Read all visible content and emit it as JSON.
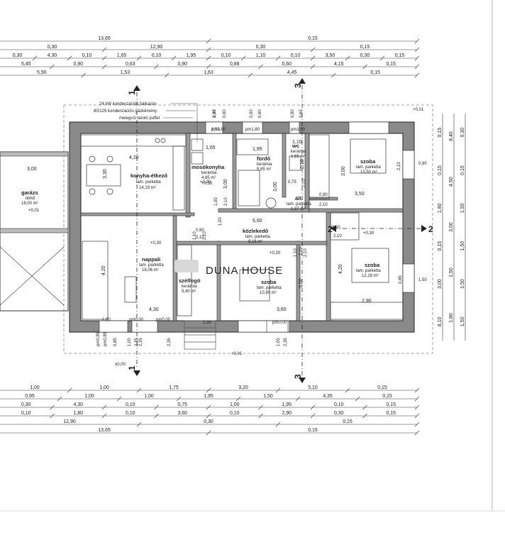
{
  "dims_top": [
    [
      "13,65",
      "0,15"
    ],
    [
      "0,30",
      "12,90",
      "0,30",
      "0,15"
    ],
    [
      "0,30",
      "4,30",
      "0,10",
      "1,65",
      "0,10",
      "1,95",
      "0,10",
      "1,10",
      "0,10",
      "3,50",
      "0,30",
      "0,15"
    ],
    [
      "5,45",
      "0,90",
      "0,63",
      "0,90",
      "0,88",
      "0,60",
      "4,15",
      "0,15"
    ],
    [
      "5,90",
      "1,53",
      "1,63",
      "4,45",
      "0,15"
    ]
  ],
  "dims_bottom": [
    [
      "1,00",
      "1,00",
      "1,75",
      "3,20",
      "5,10",
      "0,15"
    ],
    [
      "0,95",
      "1,00",
      "1,00",
      "1,95",
      "1,50",
      "4,35",
      "0,15"
    ],
    [
      "0,30",
      "4,30",
      "0,10",
      "0,75",
      "1,00",
      "1,95",
      "0,10",
      "0,15"
    ],
    [
      "0,10",
      "1,80",
      "0,10",
      "3,60",
      "0,10",
      "2,90",
      "0,30",
      "0,15"
    ],
    [
      "12,90",
      "0,30",
      "0,15"
    ],
    [
      "13,65",
      "0,15"
    ]
  ],
  "dims_right": [
    "0,15",
    "0,15",
    "1,80",
    "0,15",
    "3,00",
    "8,10",
    "8,40",
    "4,50",
    "3,00",
    "1,50",
    "1,80",
    "0,30",
    "0,15",
    "1,50",
    "1,50",
    "1,50",
    "1,50"
  ],
  "plumbing_notes": [
    "24 kW kondenzációs falikazán",
    "80/125 kondenzációs gázkémény",
    "melegvíz tároló puffer"
  ],
  "rooms": {
    "kitchen": {
      "name": "konyha-étkező",
      "floor": "lam. parketta",
      "area": "14,19 m²",
      "dims": [
        "4,20",
        "3,30"
      ]
    },
    "laundry": {
      "name": "mosókonyha",
      "floor": "kerámia",
      "area": "4,85 m²",
      "level": "+0,30",
      "dims": [
        "1,65",
        "3,00"
      ]
    },
    "bathroom": {
      "name": "fürdő",
      "floor": "kerámia",
      "area": "5,85 m²",
      "dims": [
        "1,95",
        "3,00"
      ]
    },
    "wc": {
      "name": "wc",
      "floor": "kerámia",
      "area": "1,65 m²",
      "dims": [
        "1,10",
        "2,10"
      ]
    },
    "bedroom1": {
      "name": "szoba",
      "floor": "lam. parketta",
      "area": "10,50 m²",
      "dims": [
        "3,50",
        "3,00"
      ]
    },
    "storage": {
      "name": "ált.",
      "floor": "lam. parketta",
      "area": "1,87 m²"
    },
    "garage": {
      "name": "garázs",
      "floor": "térkő",
      "area": "18,00 m²",
      "level": "+0,01",
      "dims": [
        "3,00"
      ]
    },
    "hallway": {
      "name": "közlekedő",
      "floor": "lam. parketta",
      "area": "8,16 m²",
      "level": "+0,30",
      "dims": [
        "5,60"
      ]
    },
    "living": {
      "name": "nappali",
      "floor": "lam. parketta",
      "area": "18,06 m²",
      "level": "+0,30",
      "dims": [
        "4,20",
        "4,30"
      ]
    },
    "entry": {
      "name": "szélfogó",
      "floor": "kerámia",
      "area": "5,40 m²"
    },
    "bedroom2": {
      "name": "szoba",
      "floor": "lam. parketta",
      "area": "10,80 m²",
      "level": "+0,30",
      "dims": [
        "3,60",
        "3,00"
      ]
    },
    "bedroom3": {
      "name": "szoba",
      "floor": "lam. parketta",
      "area": "12,18 m²",
      "level": "+0,30",
      "dims": [
        "4,20",
        "2,90"
      ]
    }
  },
  "levels": [
    "+0,01",
    "+0,01",
    "±0,00",
    "+0,30"
  ],
  "section_marks": [
    "1",
    "1",
    "3",
    "3",
    "2",
    "2"
  ],
  "openings": [
    "pm1,80",
    "0,90",
    "0,60",
    "pm1,80",
    "0,90",
    "0,60",
    "pm1,80",
    "0,90",
    "0,60",
    "0,75",
    "2,10",
    "1,00",
    "2,10",
    "0,90",
    "2,10",
    "1,10",
    "2,10",
    "0,90",
    "2,10",
    "1,00",
    "2,10",
    "0,90",
    "2,10",
    "1,10",
    "2,10",
    "0,90",
    "2,10",
    "1,50",
    "0,85",
    "1,50",
    "0,85",
    "pm0,00",
    "2,35",
    "pm0,00",
    "2,35",
    "pm0,00",
    "2,35",
    "pm0,85",
    "pm0,85",
    "1,00",
    "2,35",
    "1,00",
    "2,35",
    "1,50",
    "2,35"
  ],
  "watermark": "DUNA HOUSE"
}
